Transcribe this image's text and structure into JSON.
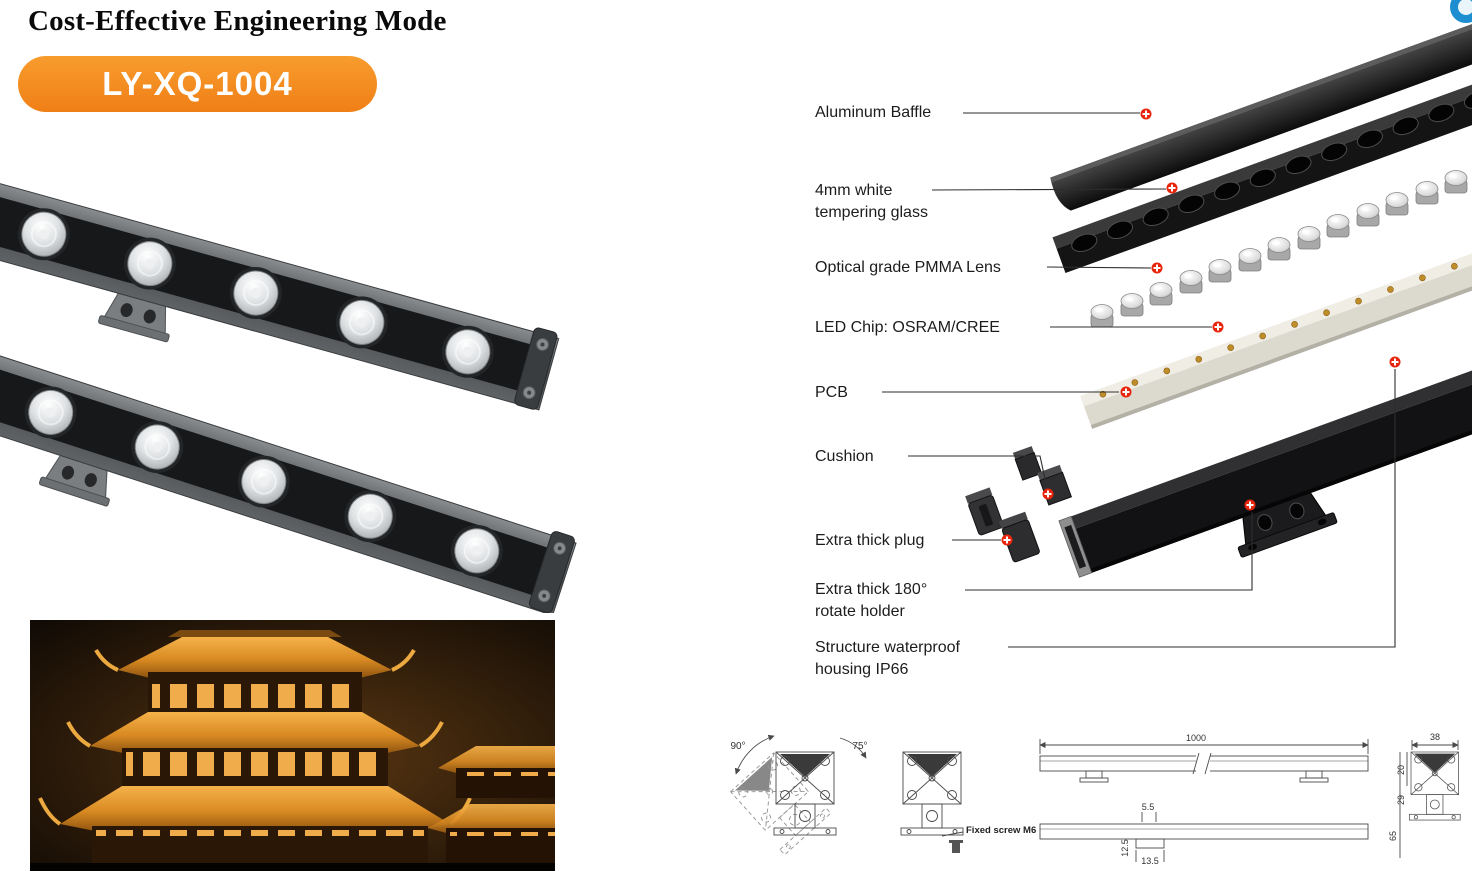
{
  "header": {
    "title": "Cost-Effective Engineering Mode",
    "model_badge": "LY-XQ-1004"
  },
  "colors": {
    "accent_orange": "#F0881E",
    "marker_red": "#E8250C",
    "badge_text": "#FFFFFF",
    "corner_logo_blue": "#1D8FD0",
    "photo_glow_orange": "#F0A23C"
  },
  "exploded_view": {
    "labels": [
      "Aluminum Baffle",
      "4mm white\ntempering glass",
      "Optical grade PMMA Lens",
      "LED Chip: OSRAM/CREE",
      "PCB",
      "Cushion",
      "Extra thick plug",
      "Extra thick 180°\nrotate holder",
      "Structure waterproof\nhousing IP66"
    ]
  },
  "tech_drawing": {
    "rotate_left": "90°",
    "rotate_right": "75°",
    "screw_note": "Fixed screw M6",
    "length": "1000",
    "dim_top": "5.5",
    "dim_side": "12.5",
    "dim_bottom": "13.5",
    "width": "38",
    "dim_a": "20",
    "dim_b": "29",
    "height": "65"
  }
}
